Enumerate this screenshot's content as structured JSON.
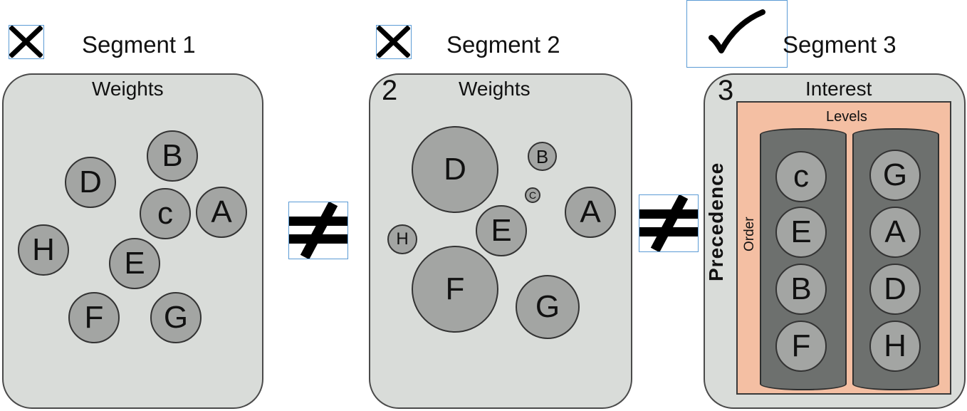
{
  "segments": [
    {
      "title": "Segment 1",
      "status_icon": "cross-icon",
      "number": "",
      "panel_label": "Weights",
      "circles": [
        "D",
        "B",
        "c",
        "A",
        "H",
        "E",
        "F",
        "G"
      ]
    },
    {
      "title": "Segment 2",
      "status_icon": "cross-icon",
      "number": "2",
      "panel_label": "Weights",
      "circles": [
        "D",
        "B",
        "C",
        "A",
        "H",
        "E",
        "F",
        "G"
      ]
    },
    {
      "title": "Segment 3",
      "status_icon": "checkmark-icon",
      "number": "3",
      "panel_label": "Interest",
      "inner_label": "Levels",
      "side_label": "Precedence",
      "order_label": "Order",
      "columns": [
        [
          "c",
          "E",
          "B",
          "F"
        ],
        [
          "G",
          "A",
          "D",
          "H"
        ]
      ]
    }
  ],
  "separators": [
    {
      "icon": "not-equal-icon"
    },
    {
      "icon": "not-equal-icon"
    }
  ],
  "colors": {
    "panel": "#d9dcd9",
    "circle": "#a3a5a3",
    "cylinder": "#6d706e",
    "levels_area": "#f4bfa3",
    "icon_border": "#5b9bd5"
  }
}
